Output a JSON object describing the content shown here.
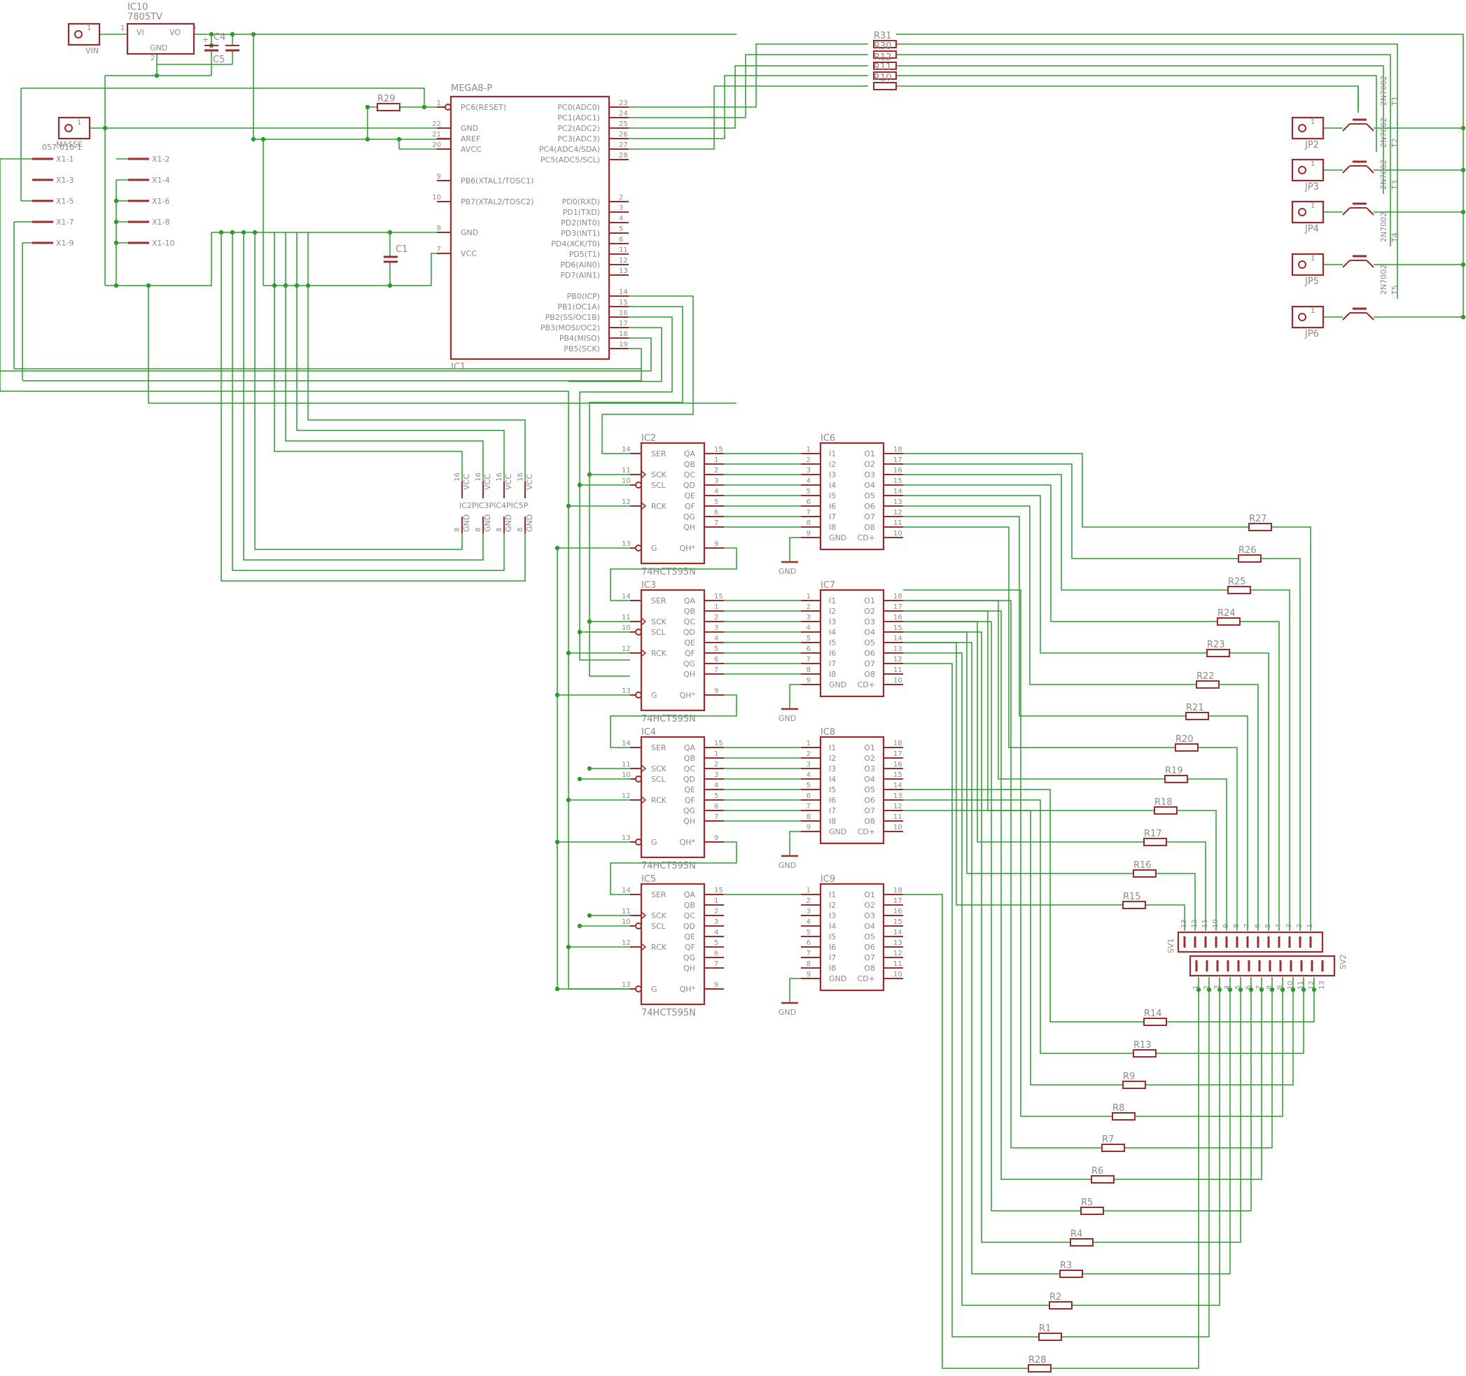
{
  "colors": {
    "background": "#ffffff",
    "wire": "#2e9a2e",
    "component": "#9c2b2b",
    "text": "#8a8a8a"
  },
  "power": {
    "regulator_name": "IC10",
    "regulator_value": "7805TV",
    "regulator_pins": [
      "VI",
      "GND",
      "VO"
    ],
    "regulator_pin_nums": [
      "1",
      "2",
      "3"
    ],
    "vin_label": "VIN",
    "masse_label": "MASSE",
    "masse_value": "057-010-1",
    "c4": "C4",
    "c5": "C5",
    "c1": "C1",
    "r29": "R29",
    "x1": [
      "X1-1",
      "X1-2",
      "X1-3",
      "X1-4",
      "X1-5",
      "X1-6",
      "X1-7",
      "X1-8",
      "X1-9",
      "X1-10"
    ]
  },
  "mcu": {
    "value": "MEGA8-P",
    "name": "IC1",
    "left_pins": [
      {
        "num": "1",
        "label": "PC6(RESET)"
      },
      {
        "num": "22",
        "label": "GND"
      },
      {
        "num": "21",
        "label": "AREF"
      },
      {
        "num": "20",
        "label": "AVCC"
      },
      {
        "num": "9",
        "label": "PB6(XTAL1/TOSC1)"
      },
      {
        "num": "10",
        "label": "PB7(XTAL2/TOSC2)"
      },
      {
        "num": "8",
        "label": "GND"
      },
      {
        "num": "7",
        "label": "VCC"
      }
    ],
    "right_pins": [
      {
        "num": "23",
        "label": "PC0(ADC0)"
      },
      {
        "num": "24",
        "label": "PC1(ADC1)"
      },
      {
        "num": "25",
        "label": "PC2(ADC2)"
      },
      {
        "num": "26",
        "label": "PC3(ADC3)"
      },
      {
        "num": "27",
        "label": "PC4(ADC4/SDA)"
      },
      {
        "num": "28",
        "label": "PC5(ADC5/SCL)"
      },
      {
        "num": "2",
        "label": "PD0(RXD)"
      },
      {
        "num": "3",
        "label": "PD1(TXD)"
      },
      {
        "num": "4",
        "label": "PD2(INT0)"
      },
      {
        "num": "5",
        "label": "PD3(INT1)"
      },
      {
        "num": "6",
        "label": "PD4(XCK/T0)"
      },
      {
        "num": "11",
        "label": "PD5(T1)"
      },
      {
        "num": "12",
        "label": "PD6(AIN0)"
      },
      {
        "num": "13",
        "label": "PD7(AIN1)"
      },
      {
        "num": "14",
        "label": "PB0(ICP)"
      },
      {
        "num": "15",
        "label": "PB1(OC1A)"
      },
      {
        "num": "16",
        "label": "PB2(SS/OC1B)"
      },
      {
        "num": "17",
        "label": "PB3(MOSI/OC2)"
      },
      {
        "num": "18",
        "label": "PB4(MISO)"
      },
      {
        "num": "19",
        "label": "PB5(SCK)"
      }
    ]
  },
  "shift_registers": {
    "names": [
      "IC2",
      "IC3",
      "IC4",
      "IC5"
    ],
    "value": "74HCT595N",
    "left_labels": [
      "SER",
      "SCK",
      "SCL",
      "RCK",
      "G"
    ],
    "left_nums": [
      "14",
      "11",
      "10",
      "12",
      "13"
    ],
    "right_labels": [
      "QA",
      "QB",
      "QC",
      "QD",
      "QE",
      "QF",
      "QG",
      "QH",
      "QH*"
    ],
    "right_nums": [
      "15",
      "1",
      "2",
      "3",
      "4",
      "5",
      "6",
      "7",
      "9"
    ]
  },
  "drivers": {
    "names": [
      "IC6",
      "IC7",
      "IC8",
      "IC9"
    ],
    "gnd_label": "GND",
    "left_labels": [
      "I1",
      "I2",
      "I3",
      "I4",
      "I5",
      "I6",
      "I7",
      "I8",
      "GND"
    ],
    "left_nums": [
      "1",
      "2",
      "3",
      "4",
      "5",
      "6",
      "7",
      "8",
      "9"
    ],
    "right_labels": [
      "O1",
      "O2",
      "O3",
      "O4",
      "O5",
      "O6",
      "O7",
      "O8",
      "CD+"
    ],
    "right_nums": [
      "18",
      "17",
      "16",
      "15",
      "14",
      "13",
      "12",
      "11",
      "10"
    ]
  },
  "power_pins": {
    "names": [
      "IC2P",
      "IC3P",
      "IC4P",
      "IC5P"
    ],
    "vcc": "VCC",
    "gnd": "GND",
    "vcc_num": "16",
    "gnd_num": "8"
  },
  "transistors": {
    "names": [
      "T1",
      "T2",
      "T3",
      "T4",
      "T5"
    ],
    "value": "2N7002",
    "jumpers": [
      "JP2",
      "JP3",
      "JP4",
      "JP5",
      "JP6"
    ],
    "jumper_pin": "1"
  },
  "transistor_resistors": [
    "R31",
    "R30",
    "R12",
    "R11",
    "R10"
  ],
  "resistors_upper": [
    "R27",
    "R26",
    "R25",
    "R24",
    "R23",
    "R22",
    "R21",
    "R20",
    "R19",
    "R18",
    "R17",
    "R16",
    "R15"
  ],
  "resistors_lower": [
    "R14",
    "R13",
    "R9",
    "R8",
    "R7",
    "R6",
    "R5",
    "R4",
    "R3",
    "R2",
    "R1",
    "R28"
  ],
  "connectors": {
    "sv1": "SV1",
    "sv2": "SV2",
    "sv1_pins": [
      "13",
      "12",
      "11",
      "10",
      "9",
      "8",
      "7",
      "6",
      "5",
      "4",
      "3",
      "2",
      "1"
    ],
    "sv2_pins": [
      "1",
      "2",
      "3",
      "4",
      "5",
      "6",
      "7",
      "8",
      "9",
      "10",
      "11",
      "12",
      "13"
    ]
  }
}
